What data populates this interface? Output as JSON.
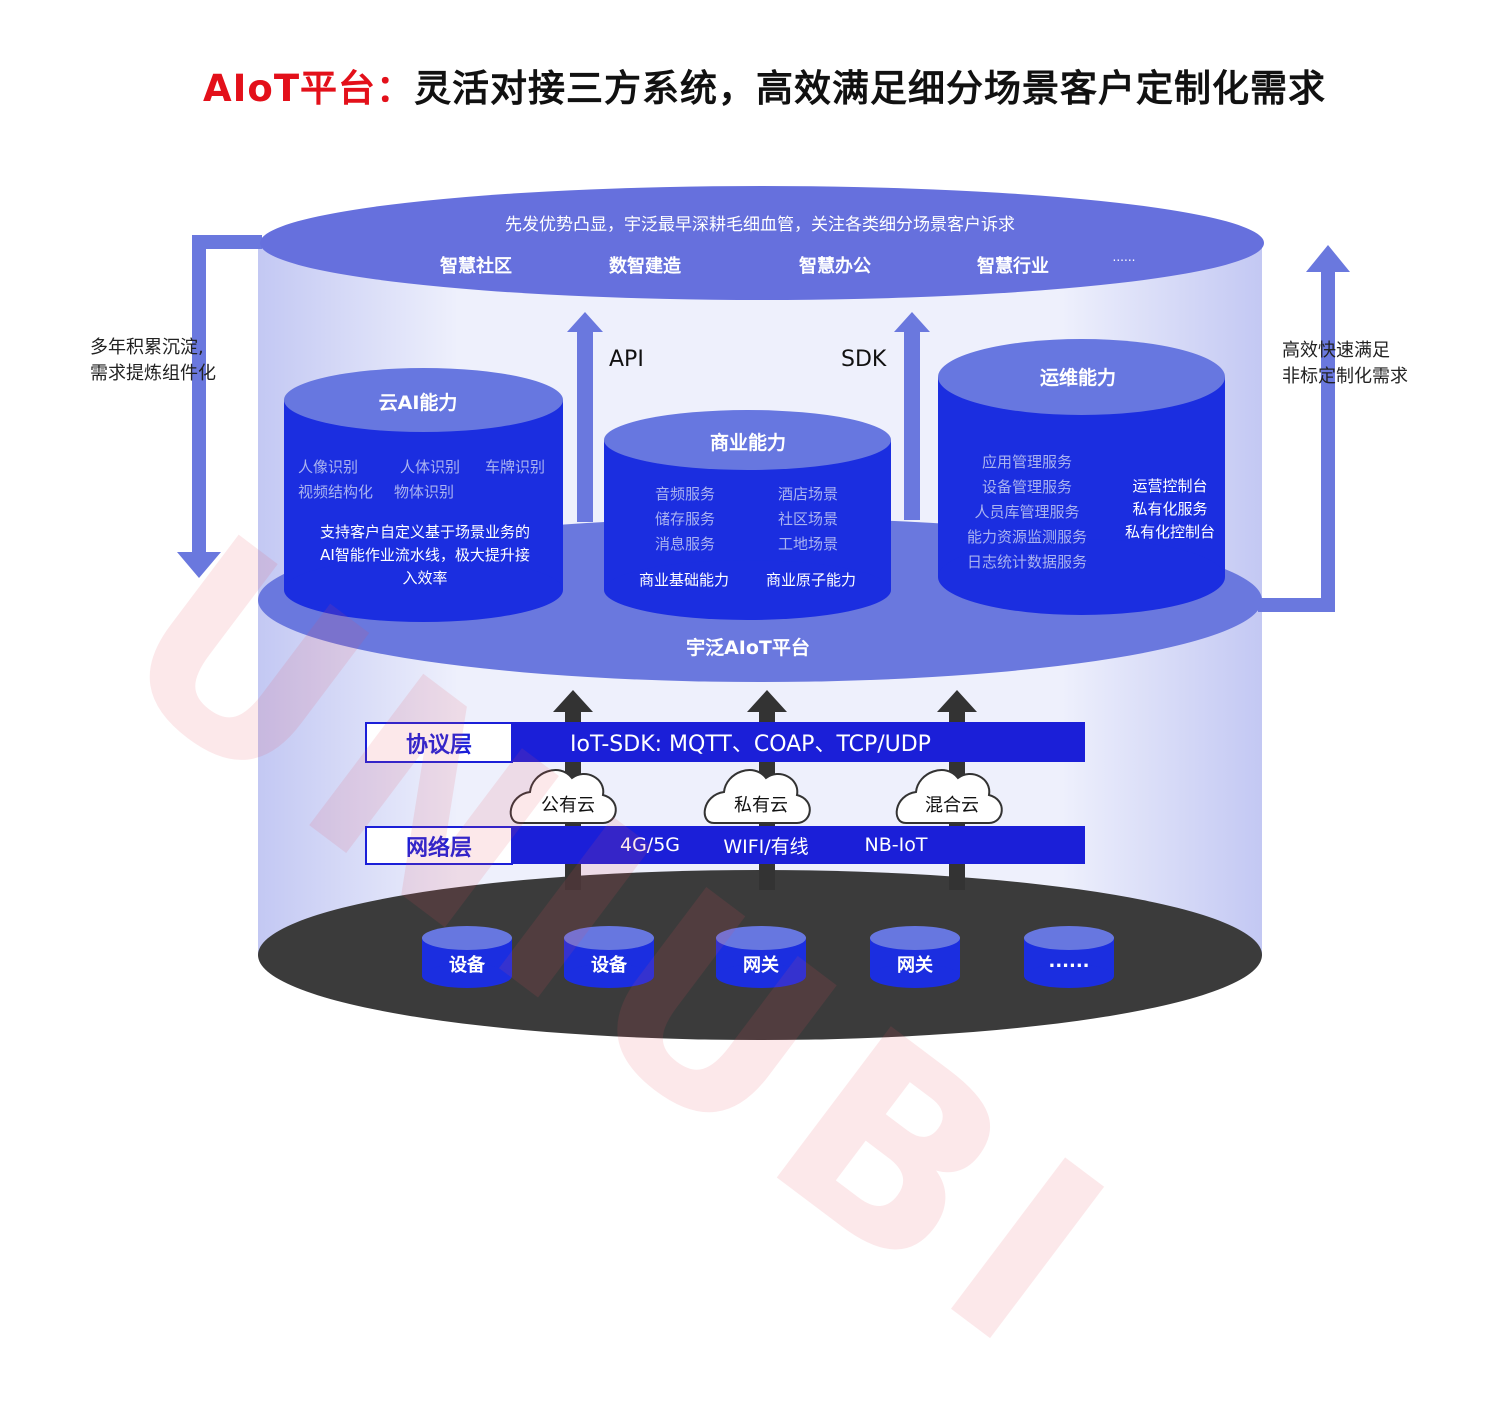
{
  "title": {
    "highlight": "AIoT平台：",
    "rest": "灵活对接三方系统，高效满足细分场景客户定制化需求"
  },
  "top": {
    "subtitle": "先发优势凸显，宇泛最早深耕毛细血管，关注各类细分场景客户诉求",
    "scenes": [
      "智慧社区",
      "数智建造",
      "智慧办公",
      "智慧行业",
      "......"
    ]
  },
  "left_note": [
    "多年积累沉淀,",
    "需求提炼组件化"
  ],
  "right_note": [
    "高效快速满足",
    "非标定制化需求"
  ],
  "interfaces": {
    "api": "API",
    "sdk": "SDK"
  },
  "cloud_ai": {
    "title": "云AI能力",
    "items": [
      "人像识别",
      "人体识别",
      "车牌识别",
      "视频结构化",
      "物体识别"
    ],
    "desc": [
      "支持客户自定义基于场景业务的",
      "AI智能作业流水线，极大提升接",
      "入效率"
    ]
  },
  "business": {
    "title": "商业能力",
    "left": [
      "音频服务",
      "储存服务",
      "消息服务"
    ],
    "right": [
      "酒店场景",
      "社区场景",
      "工地场景"
    ],
    "footer": [
      "商业基础能力",
      "商业原子能力"
    ]
  },
  "ops": {
    "title": "运维能力",
    "left": [
      "应用管理服务",
      "设备管理服务",
      "人员库管理服务",
      "能力资源监测服务",
      "日志统计数据服务"
    ],
    "right": [
      "运营控制台",
      "私有化服务",
      "私有化控制台"
    ]
  },
  "platform": "宇泛AIoT平台",
  "protocol": {
    "label": "协议层",
    "content": "IoT-SDK: MQTT、COAP、TCP/UDP"
  },
  "clouds": [
    "公有云",
    "私有云",
    "混合云"
  ],
  "network": {
    "label": "网络层",
    "items": [
      "4G/5G",
      "WIFI/有线",
      "NB-IoT"
    ]
  },
  "devices": [
    "设备",
    "设备",
    "网关",
    "网关",
    "......"
  ],
  "watermark": "UNIUBI",
  "colors": {
    "accent_red": "#e3101a",
    "deep_blue": "#1b1fd8",
    "light_blue": "#6a78de",
    "dark_base": "#3b3b3b"
  }
}
